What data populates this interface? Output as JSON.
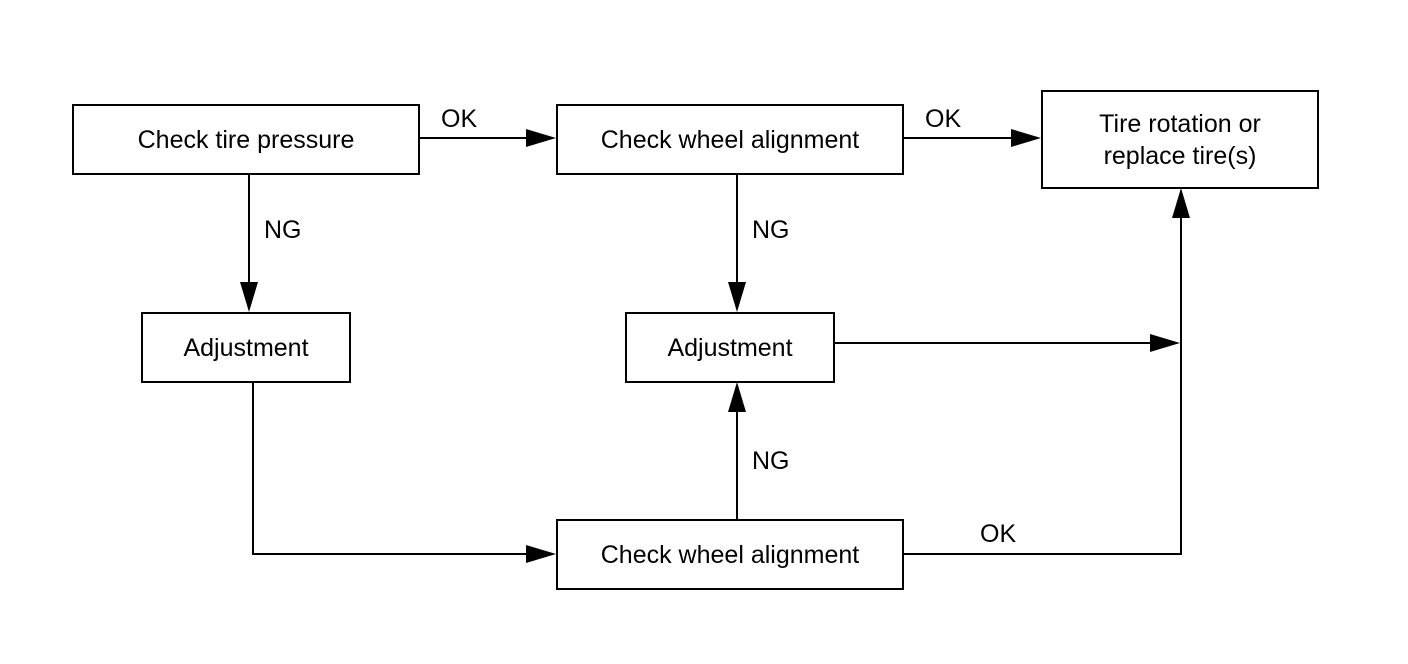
{
  "nodes": {
    "check_pressure": "Check tire pressure",
    "check_alignment_top": "Check wheel alignment",
    "tire_rotation_line1": "Tire rotation or",
    "tire_rotation_line2": "replace tire(s)",
    "adjustment_left": "Adjustment",
    "adjustment_middle": "Adjustment",
    "check_alignment_bottom": "Check wheel alignment"
  },
  "edges": {
    "pressure_to_alignment": "OK",
    "alignment_to_rotation": "OK",
    "pressure_to_adjustment": "NG",
    "alignment_to_adjustment": "NG",
    "recheck_to_adjustment": "NG",
    "recheck_to_rotation": "OK"
  },
  "colors": {
    "line": "#000000",
    "background": "#ffffff"
  }
}
